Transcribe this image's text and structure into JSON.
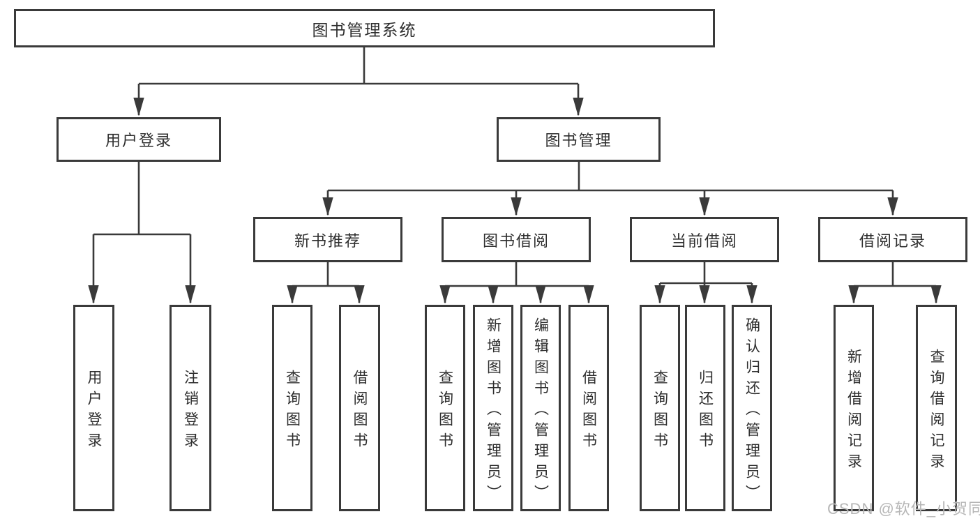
{
  "watermark": "CSDN @软件_小贺同学",
  "colors": {
    "line": "#3a3a3a",
    "text": "#2e2e2e",
    "watermark": "#b6b6b6",
    "background": "#ffffff"
  },
  "tree": {
    "root": {
      "label": "图书管理系统"
    },
    "branches": [
      {
        "label": "用户登录",
        "children": [
          {
            "label": "用户登录"
          },
          {
            "label": "注销登录"
          }
        ]
      },
      {
        "label": "图书管理",
        "children": [
          {
            "label": "新书推荐",
            "children": [
              {
                "label": "查询图书"
              },
              {
                "label": "借阅图书"
              }
            ]
          },
          {
            "label": "图书借阅",
            "children": [
              {
                "label": "查询图书"
              },
              {
                "label": "新增图书（管理员）"
              },
              {
                "label": "编辑图书（管理员）"
              },
              {
                "label": "借阅图书"
              }
            ]
          },
          {
            "label": "当前借阅",
            "children": [
              {
                "label": "查询图书"
              },
              {
                "label": "归还图书"
              },
              {
                "label": "确认归还（管理员）"
              }
            ]
          },
          {
            "label": "借阅记录",
            "children": [
              {
                "label": "新增借阅记录"
              },
              {
                "label": "查询借阅记录"
              }
            ]
          }
        ]
      }
    ]
  }
}
